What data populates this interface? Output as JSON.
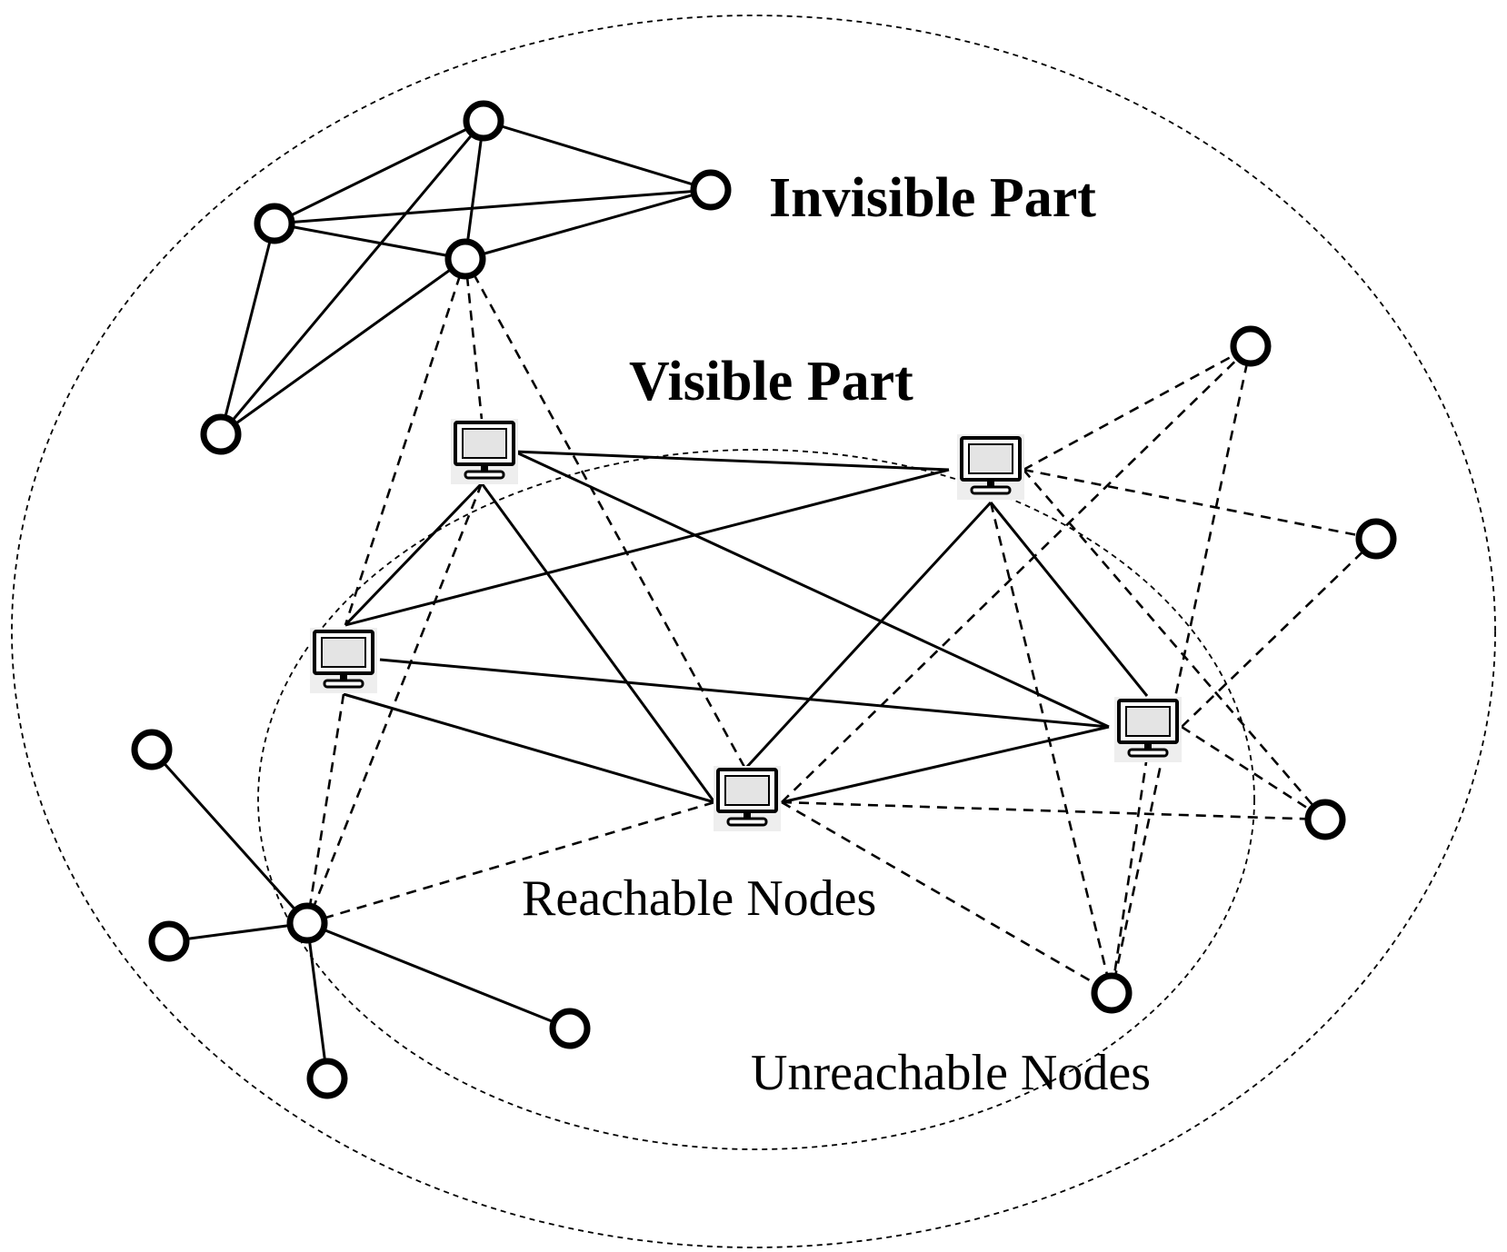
{
  "labels": {
    "invisible_part": "Invisible Part",
    "visible_part": "Visible Part",
    "reachable_nodes": "Reachable Nodes",
    "unreachable_nodes": "Unreachable Nodes"
  },
  "colors": {
    "stroke": "#000000",
    "background": "#ffffff",
    "screen": "#e4e4e4",
    "monitor_shadow": "#eeeeee"
  },
  "icons": {
    "computer": "computer-monitor-icon",
    "node": "circle-node"
  },
  "edge_styles": {
    "solid": "connection",
    "dashed": "link"
  }
}
